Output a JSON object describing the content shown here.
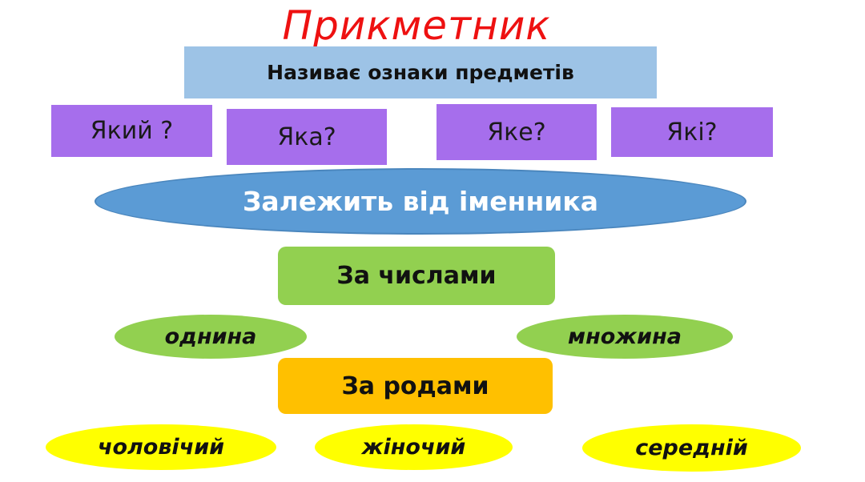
{
  "title": "Прикметник",
  "definition": "Називає ознаки предметів",
  "questions": [
    "Який ?",
    "Яка?",
    "Яке?",
    "Які?"
  ],
  "dependency": "Залежить від іменника",
  "by_number": {
    "label": "За числами",
    "items": [
      "однина",
      "множина"
    ]
  },
  "by_gender": {
    "label": "За родами",
    "items": [
      "чоловічий",
      "жіночий",
      "середній"
    ]
  },
  "colors": {
    "title": "#ee1111",
    "definition_box": "#9dc3e6",
    "question_box": "#a66eec",
    "dependency_ellipse": "#5b9bd5",
    "number_box": "#92d050",
    "gender_box": "#ffc000",
    "gender_ellipse": "#ffff00"
  }
}
